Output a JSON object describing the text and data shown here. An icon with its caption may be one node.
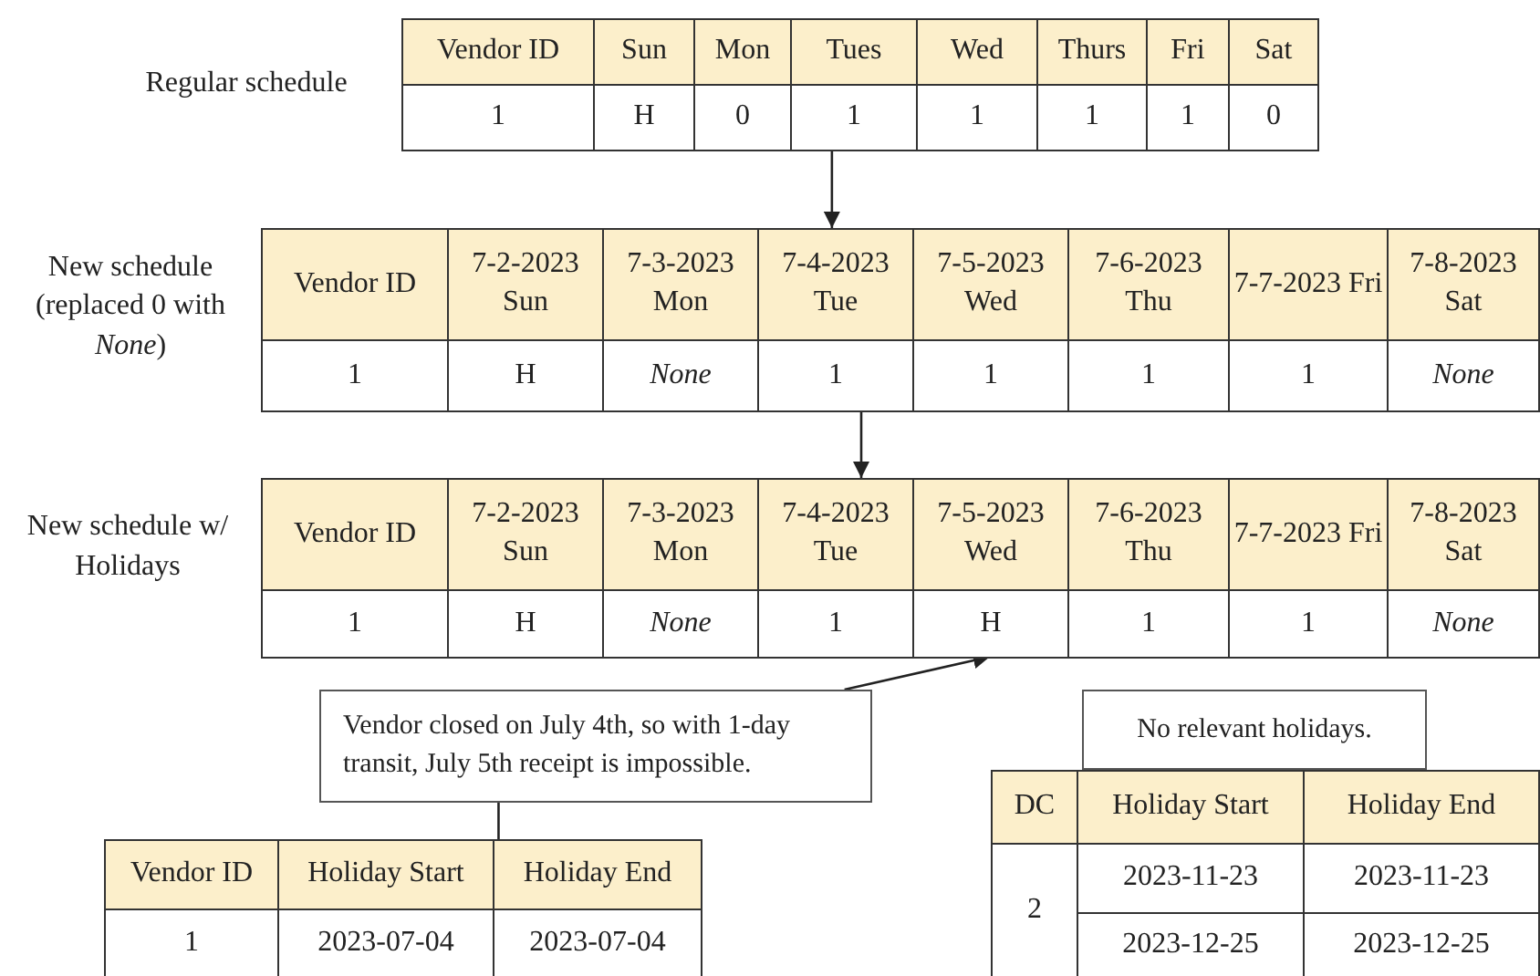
{
  "diagram": {
    "nodes": [
      {
        "text": [
          "Vendor ID",
          "Sun",
          "Mon",
          "Tues",
          "Wed",
          "Thurs",
          "Fri",
          "Sat",
          "1",
          "H",
          "0",
          "1",
          "1",
          "1",
          "1",
          "0"
        ],
        "beside": [
          "Regular schedule"
        ]
      },
      {
        "text": [
          "Vendor ID",
          "7-2-2023 Sun",
          "7-3-2023 Mon",
          "7-4-2023 Tue",
          "7-5-2023 Wed",
          "7-6-2023 Thu",
          "7-7-2023 Fri",
          "7-8-2023 Sat",
          "1",
          "H",
          "*None*",
          "1",
          "1",
          "1",
          "1",
          "*None*"
        ],
        "beside": [
          "New schedule (replaced 0 with *None*)"
        ]
      },
      {
        "text": [
          "Vendor ID",
          "7-2-2023 Sun",
          "7-3-2023 Mon",
          "7-4-2023 Tue",
          "7-5-2023 Wed",
          "7-6-2023 Thu",
          "7-7-2023 Fri",
          "7-8-2023 Sat",
          "1",
          "H",
          "*None*",
          "1",
          "1",
          "1",
          "*None*"
        ],
        "beside": [
          "New schedule w/ Holidays"
        ]
      },
      {
        "text": [
          "Vendor closed on July 4th, so with 1-day transit, July 5th receipt is impossible."
        ]
      },
      {
        "text": [
          "H"
        ],
        "in": 2
      },
      {
        "text": [
          "Vendor ID",
          "Holiday Start",
          "Holiday End",
          "1",
          "2023-07-04",
          "2023-07-04"
        ]
      },
      {
        "text": [
          "No relevant holidays."
        ]
      },
      {
        "text": [
          "DC",
          "Holiday Start",
          "Holiday End",
          "2",
          "2023-11-23",
          "2023-11-23",
          "2023-12-25",
          "2023-12-25"
        ]
      }
    ],
    "edges": [
      {
        "from": 0,
        "to": 1,
        "arrow": "to"
      },
      {
        "from": 1,
        "to": 2,
        "arrow": "to"
      },
      {
        "from": 3,
        "to": 4,
        "arrow": "to"
      },
      {
        "from": 3,
        "to": 5,
        "arrow": "none"
      }
    ]
  }
}
